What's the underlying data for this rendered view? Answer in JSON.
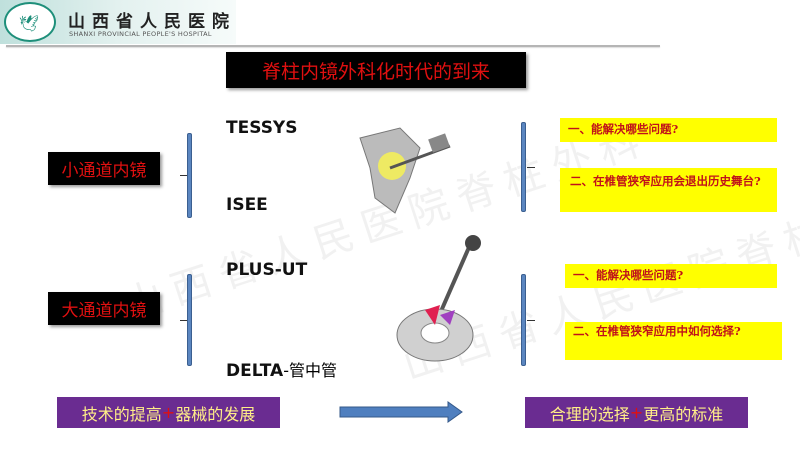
{
  "header": {
    "hospital_name": "山西省人民医院",
    "hospital_name_en": "SHANXI PROVINCIAL PEOPLE'S HOSPITAL",
    "logo_icon": "dove-logo-icon"
  },
  "title": "脊柱内镜外科化时代的到来",
  "groups": [
    {
      "label": "小通道内镜",
      "techniques": [
        "TESSYS",
        "ISEE"
      ],
      "questions": [
        "一、能解决哪些问题?",
        "二、在椎管狭窄应用会退出历史舞台?"
      ]
    },
    {
      "label": "大通道内镜",
      "techniques": [
        "PLUS-UT",
        "DELTA"
      ],
      "technique_suffix": "-管中管",
      "questions": [
        "一、能解决哪些问题?",
        "二、在椎管狭窄应用中如何选择?"
      ]
    }
  ],
  "bottom": {
    "left": {
      "part1": "技术的提高",
      "plus": "+",
      "part2": "器械的发展"
    },
    "right": {
      "part1": "合理的选择",
      "plus": "+",
      "part2": "更高的标准"
    }
  },
  "watermark": "山西省人民医院脊柱外科",
  "colors": {
    "title_bg": "#000000",
    "title_text": "#e01010",
    "bracket": "#5b86c0",
    "question_bg": "#ffff00",
    "question_text": "#c0121a",
    "bottom_bg": "#6a2c91",
    "bottom_text": "#ffee88"
  }
}
